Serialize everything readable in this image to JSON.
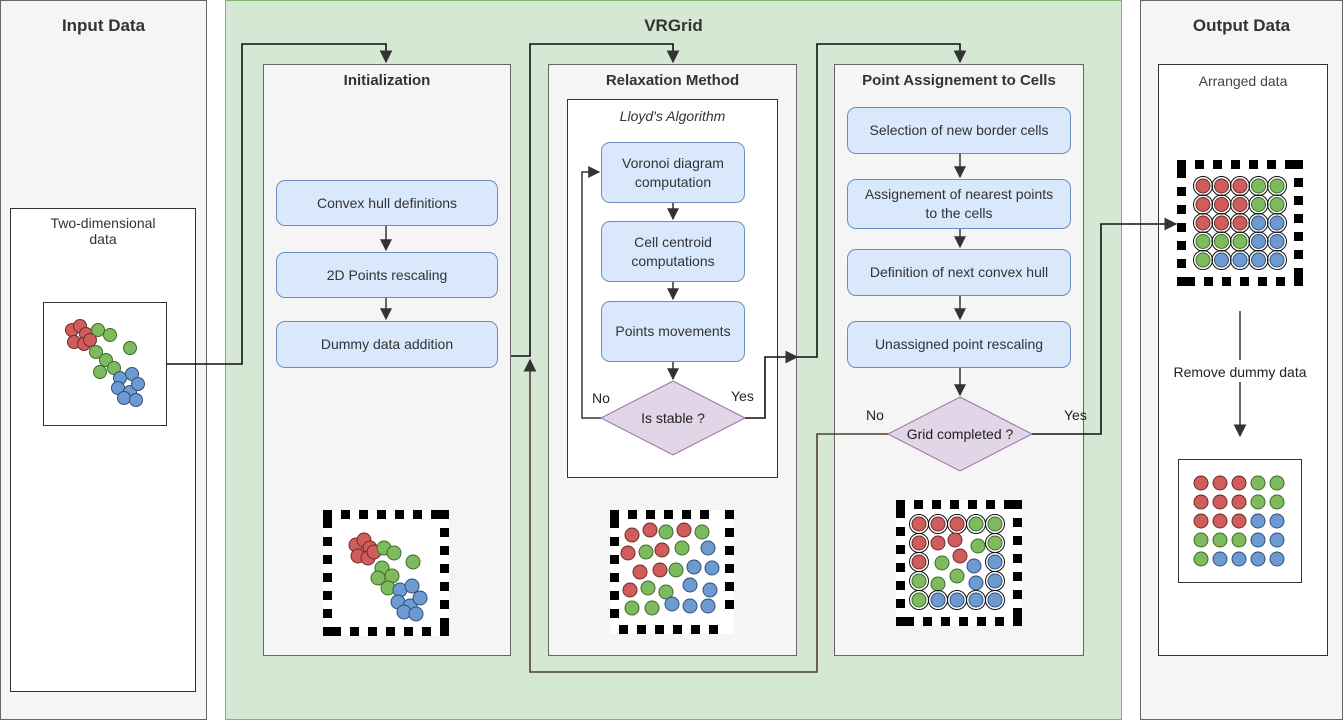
{
  "lanes": {
    "input_title": "Input Data",
    "vrgrid_title": "VRGrid",
    "output_title": "Output Data"
  },
  "input": {
    "label": "Two-dimensional\ndata"
  },
  "initialization": {
    "title": "Initialization",
    "steps": [
      "Convex hull definitions",
      "2D Points rescaling",
      "Dummy data addition"
    ]
  },
  "relaxation": {
    "title": "Relaxation Method",
    "algorithm": "Lloyd's Algorithm",
    "steps": [
      "Voronoi diagram\ncomputation",
      "Cell centroid\ncomputations",
      "Points movements"
    ],
    "decision": "Is stable ?",
    "no_label": "No",
    "yes_label": "Yes"
  },
  "assignment": {
    "title": "Point Assignement to Cells",
    "steps": [
      "Selection of new border cells",
      "Assignement of nearest points\nto the cells",
      "Definition of next convex hull",
      "Unassigned point rescaling"
    ],
    "decision": "Grid completed ?",
    "no_label": "No",
    "yes_label": "Yes"
  },
  "output": {
    "label": "Arranged data",
    "remove_label": "Remove dummy data"
  },
  "colors": {
    "red": "#b85450",
    "green": "#82b366",
    "blue": "#6c8ebf",
    "red_fill": "#d15c5c",
    "green_fill": "#7dbb5e",
    "blue_fill": "#6d9bd1",
    "lane_green": "#d5e8d4",
    "step_fill": "#dae8fc",
    "decision_fill": "#e1d5e7"
  }
}
